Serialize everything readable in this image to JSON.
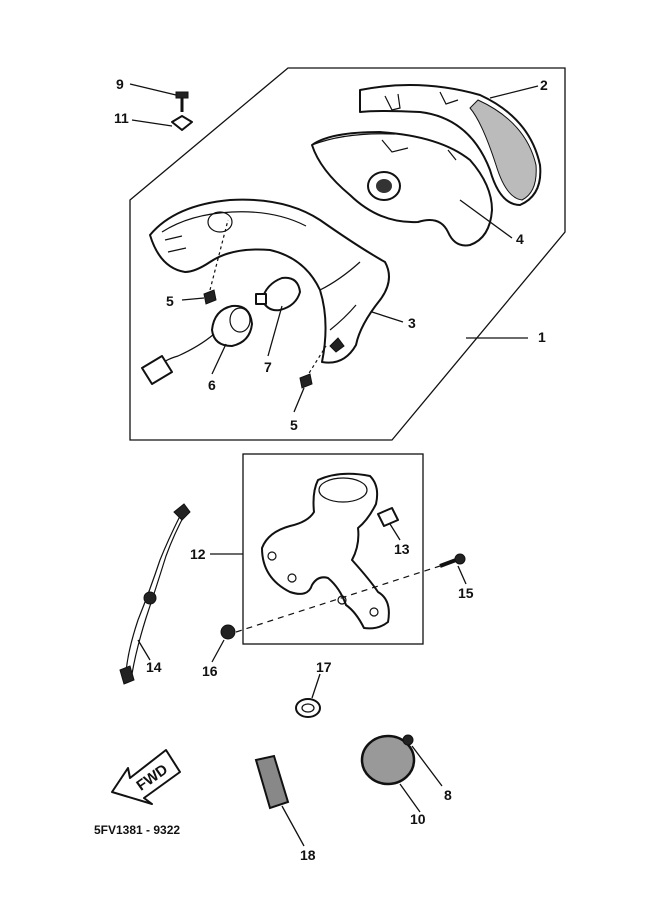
{
  "callouts": {
    "c1": "1",
    "c2": "2",
    "c3": "3",
    "c4": "4",
    "c5a": "5",
    "c5b": "5",
    "c6": "6",
    "c7": "7",
    "c8": "8",
    "c9": "9",
    "c10": "10",
    "c11": "11",
    "c12": "12",
    "c13": "13",
    "c14": "14",
    "c15": "15",
    "c16": "16",
    "c17": "17",
    "c18": "18"
  },
  "fwd_label": "FWD",
  "drawing_code": "5FV1381 - 9322",
  "colors": {
    "ink": "#111111",
    "paper": "#ffffff"
  }
}
